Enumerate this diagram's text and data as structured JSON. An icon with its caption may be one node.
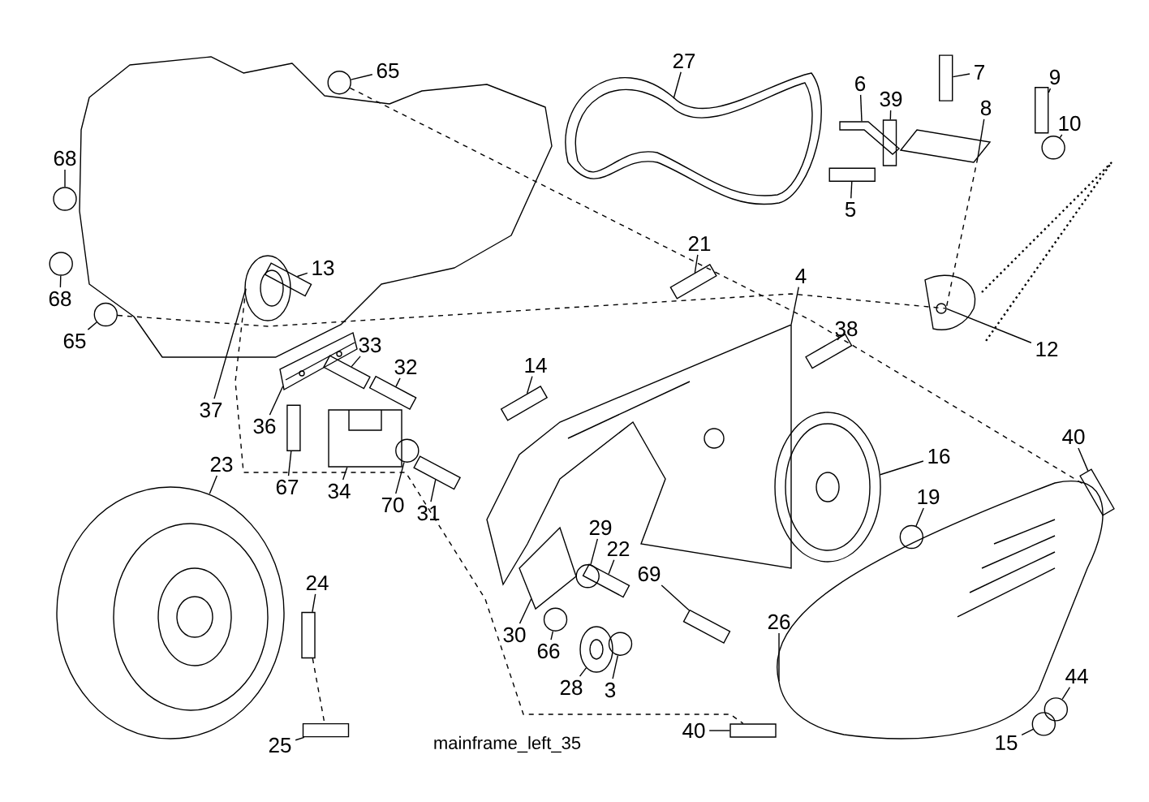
{
  "diagram": {
    "nodes": [
      {
        "text": [
          "65"
        ]
      },
      {
        "text": [
          "27"
        ]
      },
      {
        "text": [
          "6"
        ]
      },
      {
        "text": [
          "39"
        ]
      },
      {
        "text": [
          "7"
        ]
      },
      {
        "text": [
          "8"
        ]
      },
      {
        "text": [
          "9"
        ]
      },
      {
        "text": [
          "10"
        ]
      },
      {
        "text": [
          "68"
        ]
      },
      {
        "text": [
          "5"
        ]
      },
      {
        "text": [
          "21"
        ]
      },
      {
        "text": [
          "13"
        ]
      },
      {
        "text": [
          "4"
        ]
      },
      {
        "text": [
          "68"
        ]
      },
      {
        "text": [
          "65"
        ]
      },
      {
        "text": [
          "38"
        ]
      },
      {
        "text": [
          "12"
        ]
      },
      {
        "text": [
          "33"
        ]
      },
      {
        "text": [
          "14"
        ]
      },
      {
        "text": [
          "32"
        ]
      },
      {
        "text": [
          "37"
        ]
      },
      {
        "text": [
          "36"
        ]
      },
      {
        "text": [
          "40"
        ]
      },
      {
        "text": [
          "16"
        ]
      },
      {
        "text": [
          "23"
        ]
      },
      {
        "text": [
          "67"
        ]
      },
      {
        "text": [
          "34"
        ]
      },
      {
        "text": [
          "70"
        ]
      },
      {
        "text": [
          "31"
        ]
      },
      {
        "text": [
          "19"
        ]
      },
      {
        "text": [
          "29"
        ]
      },
      {
        "text": [
          "22"
        ]
      },
      {
        "text": [
          "69"
        ]
      },
      {
        "text": [
          "24"
        ]
      },
      {
        "text": [
          "26"
        ]
      },
      {
        "text": [
          "30"
        ]
      },
      {
        "text": [
          "66"
        ]
      },
      {
        "text": [
          "28"
        ]
      },
      {
        "text": [
          "3"
        ]
      },
      {
        "text": [
          "44"
        ]
      },
      {
        "text": [
          "40"
        ]
      },
      {
        "text": [
          "15"
        ]
      },
      {
        "text": [
          "25"
        ]
      },
      {
        "text": [],
        "shape": "circle"
      },
      {
        "text": [],
        "shape": "picture"
      },
      {
        "text": [],
        "shape": "picture"
      },
      {
        "text": [],
        "shape": "bar"
      },
      {
        "text": [],
        "shape": "bar"
      },
      {
        "text": [],
        "shape": "picture"
      },
      {
        "text": [],
        "shape": "bar"
      },
      {
        "text": [],
        "shape": "circle"
      },
      {
        "text": [],
        "shape": "circle"
      },
      {
        "text": [],
        "shape": "bar"
      },
      {
        "text": [],
        "shape": "bar"
      },
      {
        "text": [],
        "shape": "bar"
      },
      {
        "text": [],
        "shape": "picture"
      },
      {
        "text": [],
        "shape": "circle"
      },
      {
        "text": [],
        "shape": "circle"
      },
      {
        "text": [],
        "shape": "bar"
      },
      {
        "text": [],
        "shape": "picture"
      },
      {
        "text": [],
        "shape": "bar"
      },
      {
        "text": [],
        "shape": "bar"
      },
      {
        "text": [],
        "shape": "bar"
      },
      {
        "text": [],
        "shape": "picture"
      },
      {
        "text": [],
        "shape": "picture"
      },
      {
        "text": [],
        "shape": "bar"
      },
      {
        "text": [],
        "shape": "picture"
      },
      {
        "text": [],
        "shape": "picture"
      },
      {
        "text": [],
        "shape": "bar"
      },
      {
        "text": [],
        "shape": "picture"
      },
      {
        "text": [],
        "shape": "circle"
      },
      {
        "text": [],
        "shape": "bar"
      },
      {
        "text": [],
        "shape": "circle"
      },
      {
        "text": [],
        "shape": "circle"
      },
      {
        "text": [],
        "shape": "bar"
      },
      {
        "text": [],
        "shape": "bar"
      },
      {
        "text": [],
        "shape": "bar"
      },
      {
        "text": [],
        "shape": "picture"
      },
      {
        "text": [],
        "shape": "picture"
      },
      {
        "text": [],
        "shape": "circle"
      },
      {
        "text": [],
        "shape": "picture"
      },
      {
        "text": [],
        "shape": "circle"
      },
      {
        "text": [],
        "shape": "circle"
      },
      {
        "text": [],
        "shape": "bar"
      },
      {
        "text": [],
        "shape": "circle"
      },
      {
        "text": [],
        "shape": "bar"
      }
    ],
    "edges": [
      {
        "from": 0,
        "to": 43,
        "arrow": "none"
      },
      {
        "from": 1,
        "to": 44,
        "arrow": "none"
      },
      {
        "from": 2,
        "to": 45,
        "arrow": "none"
      },
      {
        "from": 3,
        "to": 46,
        "arrow": "none"
      },
      {
        "from": 4,
        "to": 47,
        "arrow": "none"
      },
      {
        "from": 5,
        "to": 48,
        "arrow": "none"
      },
      {
        "from": 6,
        "to": 49,
        "arrow": "none"
      },
      {
        "from": 7,
        "to": 50,
        "arrow": "none"
      },
      {
        "from": 8,
        "to": 51,
        "arrow": "none"
      },
      {
        "from": 9,
        "to": 52,
        "arrow": "none"
      },
      {
        "from": 10,
        "to": 53,
        "arrow": "none"
      },
      {
        "from": 11,
        "to": 54,
        "arrow": "none"
      },
      {
        "from": 12,
        "to": 55,
        "arrow": "none"
      },
      {
        "from": 13,
        "to": 56,
        "arrow": "none"
      },
      {
        "from": 14,
        "to": 57,
        "arrow": "none"
      },
      {
        "from": 15,
        "to": 58,
        "arrow": "none"
      },
      {
        "from": 16,
        "to": 59,
        "arrow": "none"
      },
      {
        "from": 17,
        "to": 60,
        "arrow": "none"
      },
      {
        "from": 18,
        "to": 61,
        "arrow": "none"
      },
      {
        "from": 19,
        "to": 62,
        "arrow": "none"
      },
      {
        "from": 20,
        "to": 63,
        "arrow": "none"
      },
      {
        "from": 21,
        "to": 64,
        "arrow": "none"
      },
      {
        "from": 22,
        "to": 65,
        "arrow": "none"
      },
      {
        "from": 23,
        "to": 66,
        "arrow": "none"
      },
      {
        "from": 24,
        "to": 67,
        "arrow": "none"
      },
      {
        "from": 25,
        "to": 68,
        "arrow": "none"
      },
      {
        "from": 26,
        "to": 69,
        "arrow": "none"
      },
      {
        "from": 27,
        "to": 70,
        "arrow": "none"
      },
      {
        "from": 28,
        "to": 71,
        "arrow": "none"
      },
      {
        "from": 29,
        "to": 72,
        "arrow": "none"
      },
      {
        "from": 30,
        "to": 73,
        "arrow": "none"
      },
      {
        "from": 31,
        "to": 74,
        "arrow": "none"
      },
      {
        "from": 32,
        "to": 75,
        "arrow": "none"
      },
      {
        "from": 33,
        "to": 76,
        "arrow": "none"
      },
      {
        "from": 34,
        "to": 77,
        "arrow": "none"
      },
      {
        "from": 35,
        "to": 78,
        "arrow": "none"
      },
      {
        "from": 36,
        "to": 79,
        "arrow": "none"
      },
      {
        "from": 37,
        "to": 80,
        "arrow": "none"
      },
      {
        "from": 38,
        "to": 81,
        "arrow": "none"
      },
      {
        "from": 39,
        "to": 82,
        "arrow": "none"
      },
      {
        "from": 40,
        "to": 83,
        "arrow": "none"
      },
      {
        "from": 41,
        "to": 84,
        "arrow": "none"
      },
      {
        "from": 42,
        "to": 85,
        "arrow": "none"
      },
      {
        "from": 43,
        "to": 65,
        "arrow": "none",
        "style": "dashed"
      },
      {
        "from": 57,
        "to": 59,
        "arrow": "none",
        "style": "dashed"
      },
      {
        "from": 63,
        "to": 83,
        "arrow": "none",
        "style": "dashed"
      },
      {
        "from": 76,
        "to": 85,
        "arrow": "none",
        "style": "dashed"
      },
      {
        "from": 48,
        "to": 59,
        "arrow": "none",
        "style": "dashed"
      }
    ],
    "labels": [
      "mainframe_left_35"
    ]
  }
}
